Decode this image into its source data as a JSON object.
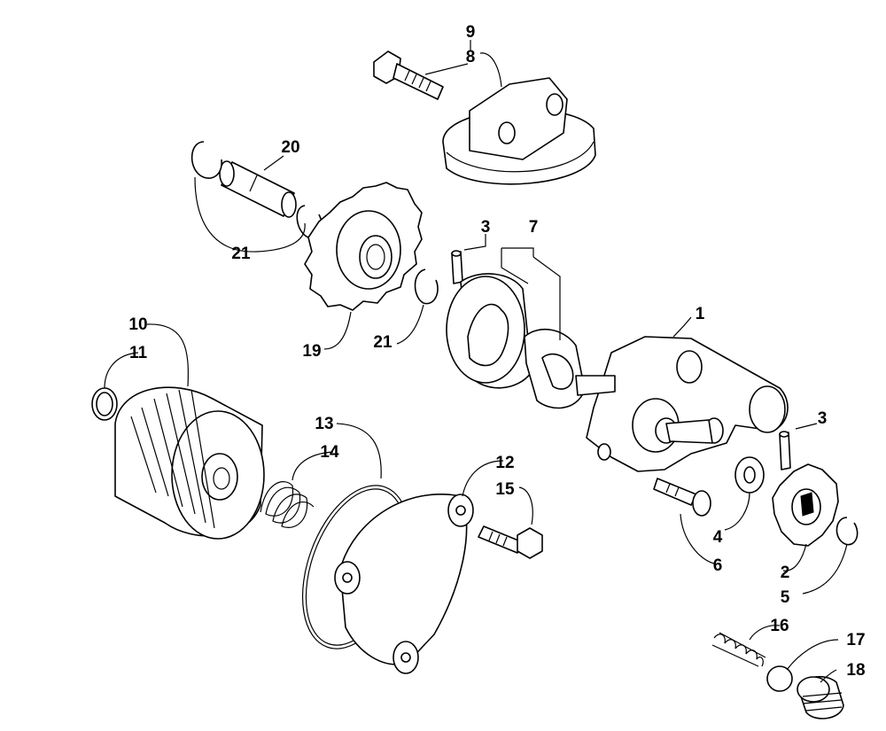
{
  "callouts": [
    {
      "id": "c1",
      "label": "1"
    },
    {
      "id": "c2",
      "label": "2"
    },
    {
      "id": "c3a",
      "label": "3"
    },
    {
      "id": "c3b",
      "label": "3"
    },
    {
      "id": "c4",
      "label": "4"
    },
    {
      "id": "c5",
      "label": "5"
    },
    {
      "id": "c6",
      "label": "6"
    },
    {
      "id": "c7",
      "label": "7"
    },
    {
      "id": "c8",
      "label": "8"
    },
    {
      "id": "c9",
      "label": "9"
    },
    {
      "id": "c10",
      "label": "10"
    },
    {
      "id": "c11",
      "label": "11"
    },
    {
      "id": "c12",
      "label": "12"
    },
    {
      "id": "c13",
      "label": "13"
    },
    {
      "id": "c14",
      "label": "14"
    },
    {
      "id": "c15",
      "label": "15"
    },
    {
      "id": "c16",
      "label": "16"
    },
    {
      "id": "c17",
      "label": "17"
    },
    {
      "id": "c18",
      "label": "18"
    },
    {
      "id": "c19",
      "label": "19"
    },
    {
      "id": "c20",
      "label": "20"
    },
    {
      "id": "c21a",
      "label": "21"
    },
    {
      "id": "c21b",
      "label": "21"
    }
  ],
  "colors": {
    "line": "#000000",
    "background": "#ffffff"
  }
}
